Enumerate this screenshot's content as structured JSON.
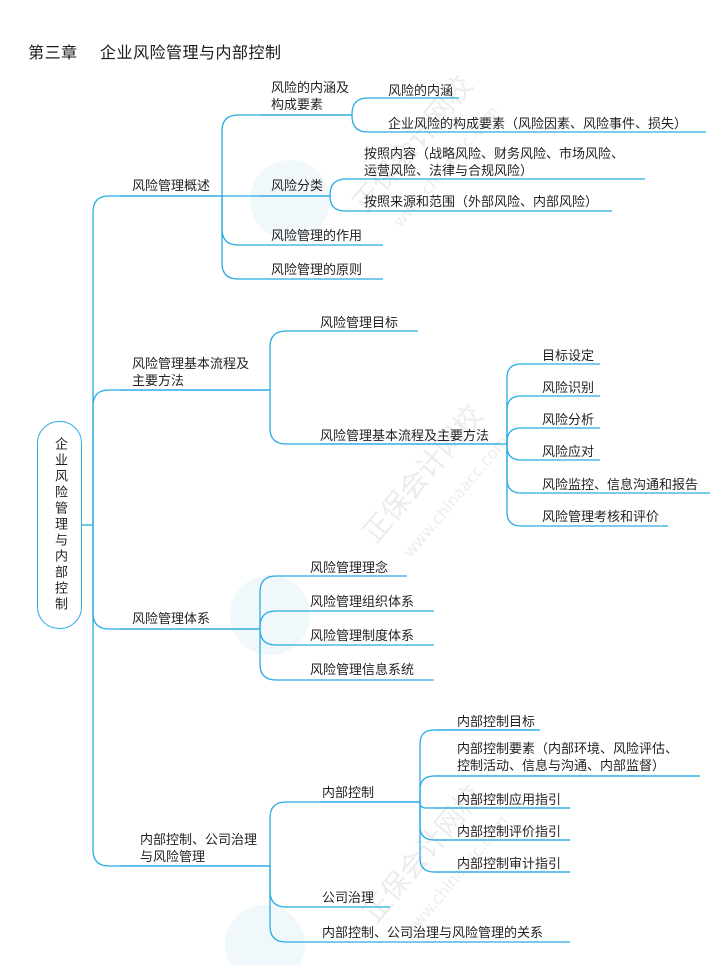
{
  "title": {
    "chapter": "第三章",
    "name": "企业风险管理与内部控制"
  },
  "colors": {
    "line": "#29abe2",
    "text": "#231f20"
  },
  "root": "企业风险管理与内部控制",
  "branches": [
    {
      "label": "风险管理概述",
      "children": [
        {
          "label": "风险的内涵及\n构成要素",
          "children": [
            {
              "label": "风险的内涵"
            },
            {
              "label": "企业风险的构成要素（风险因素、风险事件、损失）"
            }
          ]
        },
        {
          "label": "风险分类",
          "children": [
            {
              "label": "按照内容（战略风险、财务风险、市场风险、\n运营风险、法律与合规风险）"
            },
            {
              "label": "按照来源和范围（外部风险、内部风险）"
            }
          ]
        },
        {
          "label": "风险管理的作用"
        },
        {
          "label": "风险管理的原则"
        }
      ]
    },
    {
      "label": "风险管理基本流程及\n主要方法",
      "children": [
        {
          "label": "风险管理目标"
        },
        {
          "label": "风险管理基本流程及主要方法",
          "children": [
            {
              "label": "目标设定"
            },
            {
              "label": "风险识别"
            },
            {
              "label": "风险分析"
            },
            {
              "label": "风险应对"
            },
            {
              "label": "风险监控、信息沟通和报告"
            },
            {
              "label": "风险管理考核和评价"
            }
          ]
        }
      ]
    },
    {
      "label": "风险管理体系",
      "children": [
        {
          "label": "风险管理理念"
        },
        {
          "label": "风险管理组织体系"
        },
        {
          "label": "风险管理制度体系"
        },
        {
          "label": "风险管理信息系统"
        }
      ]
    },
    {
      "label": "内部控制、公司治理\n与风险管理",
      "children": [
        {
          "label": "内部控制",
          "children": [
            {
              "label": "内部控制目标"
            },
            {
              "label": "内部控制要素（内部环境、风险评估、\n控制活动、信息与沟通、内部监督）"
            },
            {
              "label": "内部控制应用指引"
            },
            {
              "label": "内部控制评价指引"
            },
            {
              "label": "内部控制审计指引"
            }
          ]
        },
        {
          "label": "公司治理"
        },
        {
          "label": "内部控制、公司治理与风险管理的关系"
        }
      ]
    }
  ],
  "watermark": {
    "text_cn": "正保会计网校",
    "text_url": "www.chinaacc.com"
  }
}
